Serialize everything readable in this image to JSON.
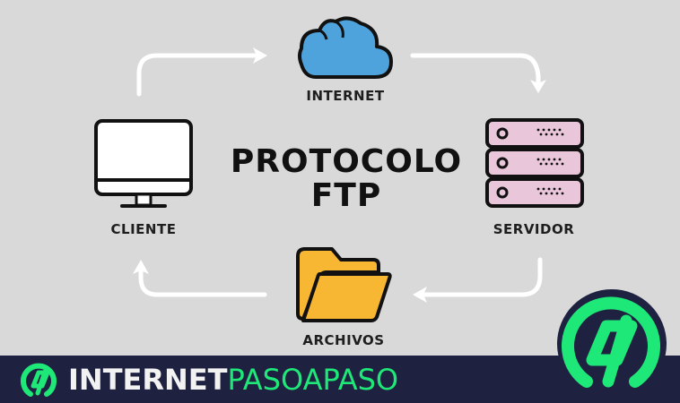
{
  "diagram": {
    "title_line1": "PROTOCOLO",
    "title_line2": "FTP",
    "nodes": [
      {
        "id": "internet",
        "label": "INTERNET",
        "icon": "cloud-icon",
        "color": "#4fa3dc"
      },
      {
        "id": "servidor",
        "label": "SERVIDOR",
        "icon": "server-icon",
        "color": "#e9c6da"
      },
      {
        "id": "archivos",
        "label": "ARCHIVOS",
        "icon": "folder-icon",
        "color": "#f7b733"
      },
      {
        "id": "cliente",
        "label": "CLIENTE",
        "icon": "monitor-icon",
        "color": "#ffffff"
      }
    ],
    "edges": [
      {
        "from": "cliente",
        "to": "internet"
      },
      {
        "from": "internet",
        "to": "servidor"
      },
      {
        "from": "servidor",
        "to": "archivos"
      },
      {
        "from": "archivos",
        "to": "cliente"
      }
    ],
    "background": "#d9d9d9",
    "arrow_color": "#ffffff"
  },
  "branding": {
    "name_part1": "INTERNET",
    "name_part2": "PASOAPASO",
    "bar_color": "#1e2140",
    "accent_color": "#1ee878"
  }
}
